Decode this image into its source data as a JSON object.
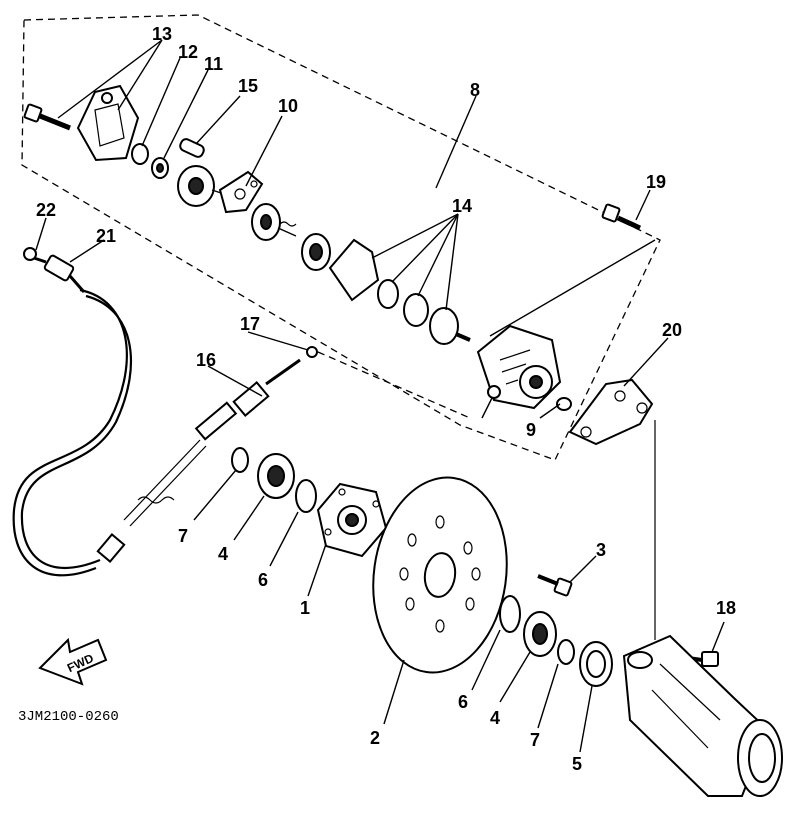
{
  "diagram": {
    "drawing_code": "3JM2100-0260",
    "direction_label": "FWD",
    "callouts": {
      "c1": "1",
      "c2": "2",
      "c3": "3",
      "c4a": "4",
      "c4b": "4",
      "c5": "5",
      "c6a": "6",
      "c6b": "6",
      "c7a": "7",
      "c7b": "7",
      "c8": "8",
      "c9": "9",
      "c10": "10",
      "c11": "11",
      "c12": "12",
      "c13": "13",
      "c14": "14",
      "c15": "15",
      "c16": "16",
      "c17": "17",
      "c18": "18",
      "c19": "19",
      "c20": "20",
      "c21": "21",
      "c22": "22"
    }
  }
}
